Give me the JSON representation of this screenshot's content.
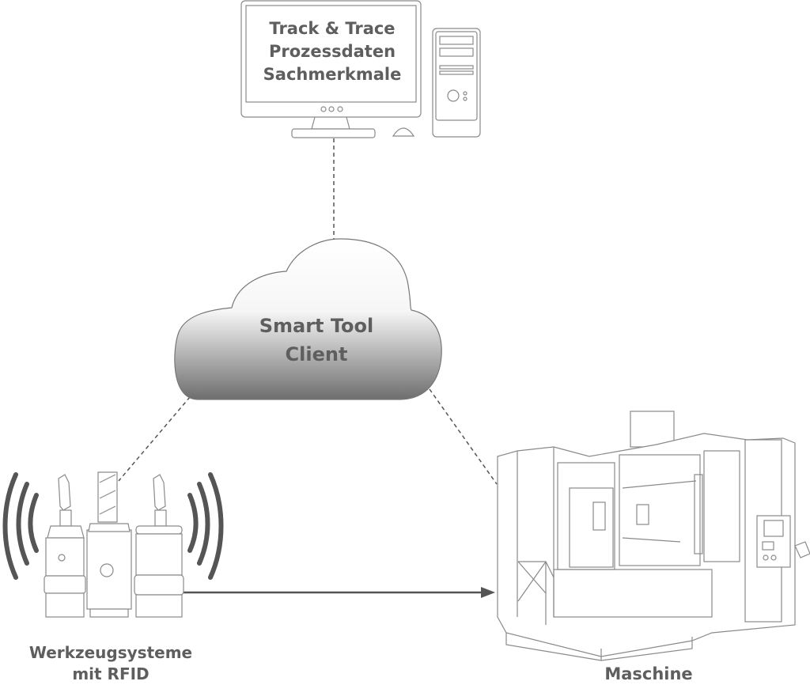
{
  "diagram": {
    "computer": {
      "screen_lines": [
        "Track & Trace",
        "Prozessdaten",
        "Sachmerkmale"
      ]
    },
    "cloud": {
      "label_lines": [
        "Smart Tool",
        "Client"
      ]
    },
    "tools": {
      "label_lines": [
        "Werkzeugsysteme",
        "mit RFID"
      ]
    },
    "machine": {
      "label": "Maschine"
    },
    "connections": [
      {
        "from": "computer",
        "to": "cloud",
        "style": "dashed"
      },
      {
        "from": "cloud",
        "to": "tools",
        "style": "dashed"
      },
      {
        "from": "cloud",
        "to": "machine",
        "style": "dashed"
      },
      {
        "from": "tools",
        "to": "machine",
        "style": "solid-arrow"
      }
    ],
    "colors": {
      "text": "#5e5e5e",
      "outline": "#8a8a8a",
      "connector": "#555555"
    }
  }
}
